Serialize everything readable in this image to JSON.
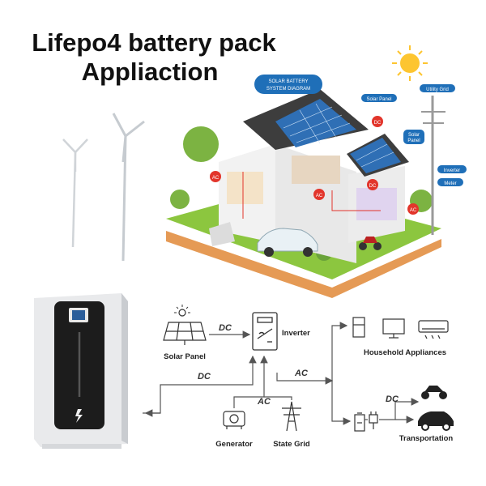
{
  "title": {
    "line1": "Lifepo4 battery pack",
    "line2": "Appliaction"
  },
  "house_diagram": {
    "badge_line1": "SOLAR BATTERY",
    "badge_line2": "SYSTEM DIAGRAM",
    "callouts": {
      "solar_panel": "Solar Panel",
      "solar_panel_2_l1": "Solar",
      "solar_panel_2_l2": "Panel",
      "utility_grid": "Utility Grid",
      "inverter": "Inverter",
      "meter": "Meter",
      "dc": "DC",
      "ac": "AC"
    }
  },
  "flow_diagram": {
    "solar_panel": "Solar Panel",
    "inverter": "Inverter",
    "household_appliances": "Household Appliances",
    "generator": "Generator",
    "state_grid": "State Grid",
    "transportation": "Transportation",
    "dc": "DC",
    "ac": "AC"
  },
  "colors": {
    "accent_blue": "#1f6fb8",
    "ac_red": "#e2352b",
    "line_gray": "#555555"
  }
}
